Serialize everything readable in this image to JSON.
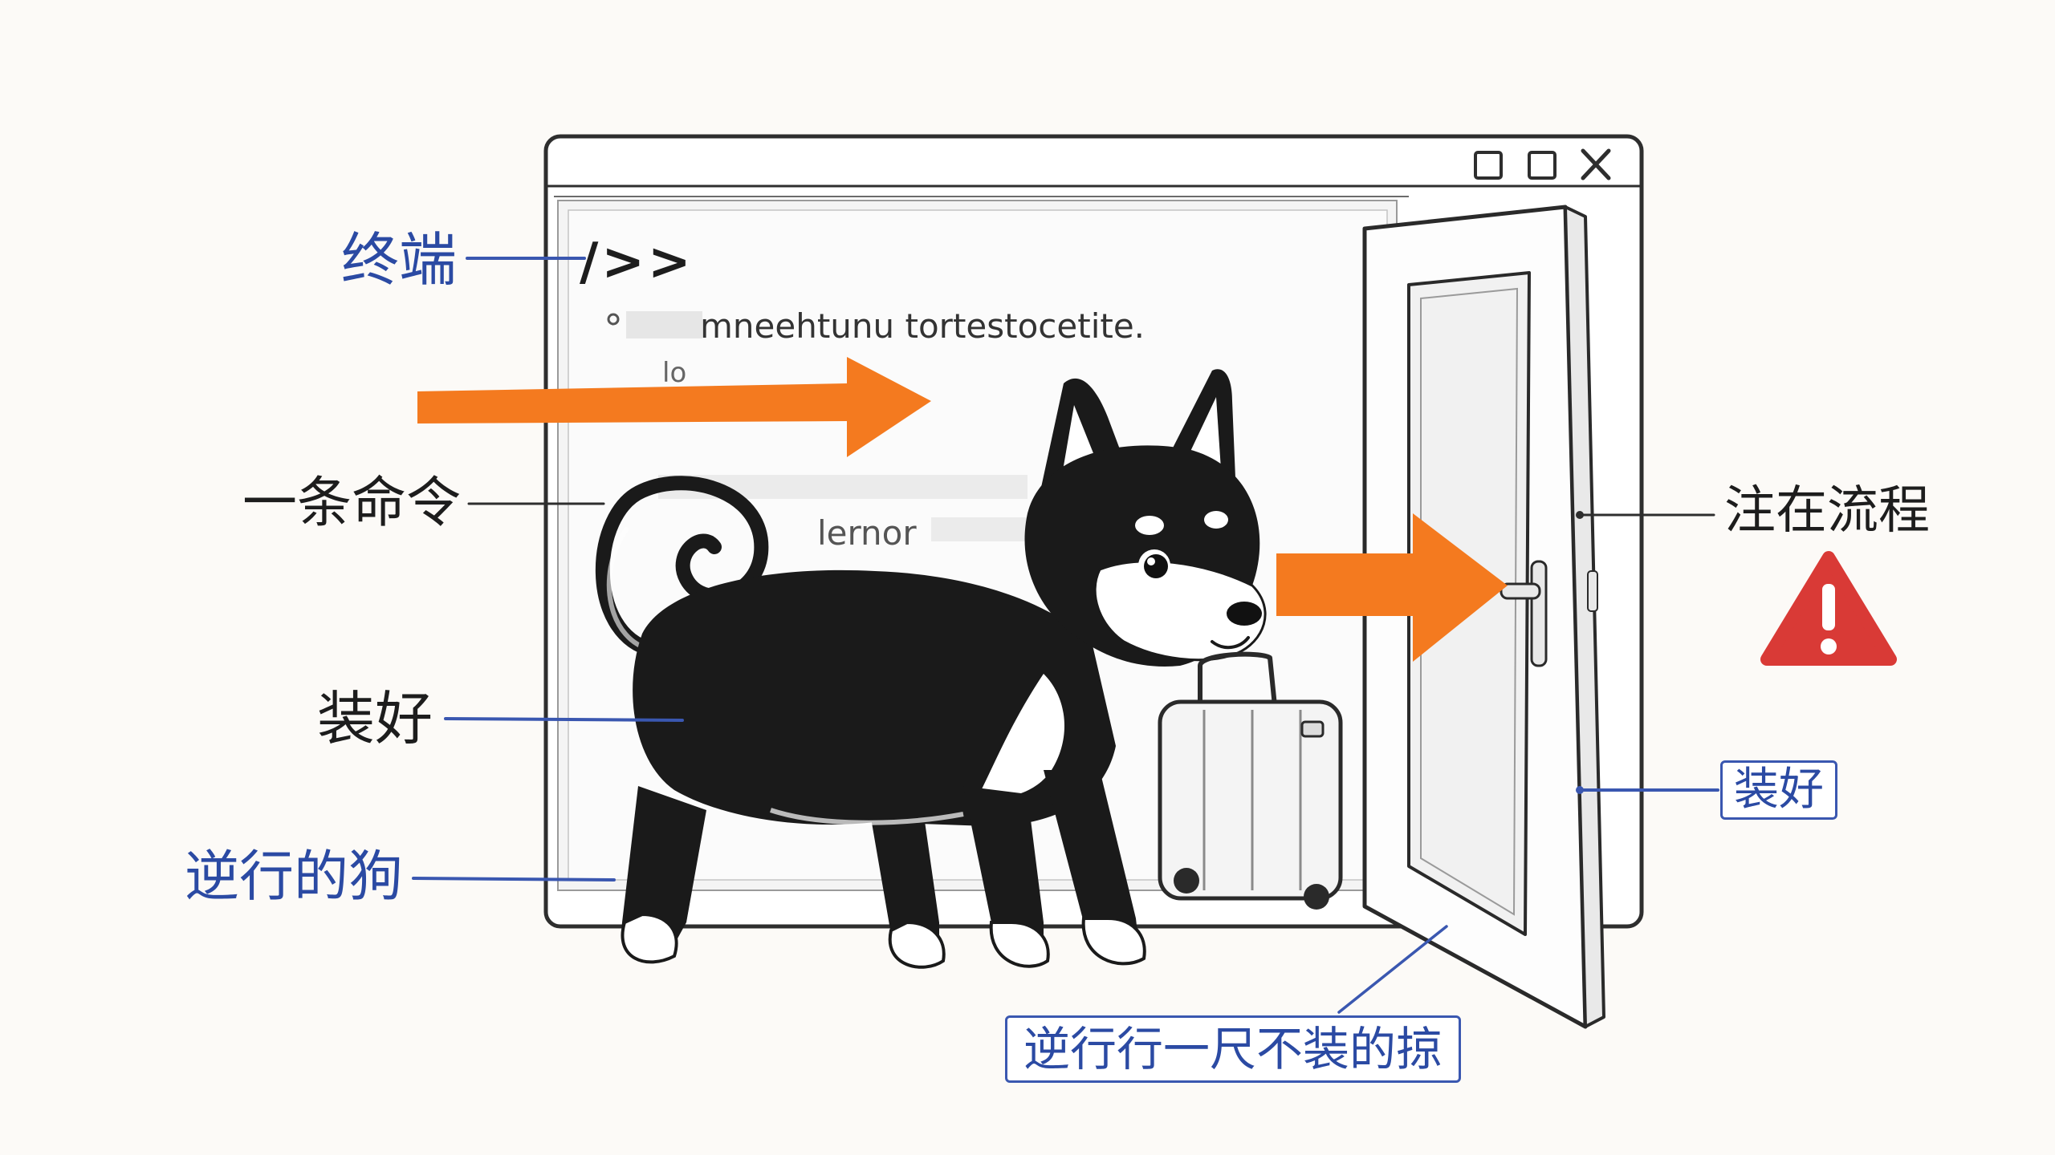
{
  "labels": {
    "terminal": "终端",
    "one_command": "一条命令",
    "packed": "装好",
    "running_dog": "逆行的狗",
    "right_top": "注在流程",
    "right_bottom": "装好",
    "bottom_box": "逆行行一尺不装的掠"
  },
  "terminal": {
    "prompt": "/>>",
    "line1": "mneehtunu tortestocetite.",
    "line2": "lo",
    "line3": "lernor"
  },
  "window_controls": [
    "minimize-icon",
    "maximize-icon",
    "close-icon"
  ],
  "icons": [
    "warning-icon",
    "arrow-icon",
    "suitcase-icon",
    "dog-illustration",
    "door-icon"
  ],
  "colors": {
    "accent_orange": "#f47a1f",
    "label_blue": "#2b4aa3",
    "warning_red": "#d93a36",
    "ink": "#1d1d1d"
  }
}
